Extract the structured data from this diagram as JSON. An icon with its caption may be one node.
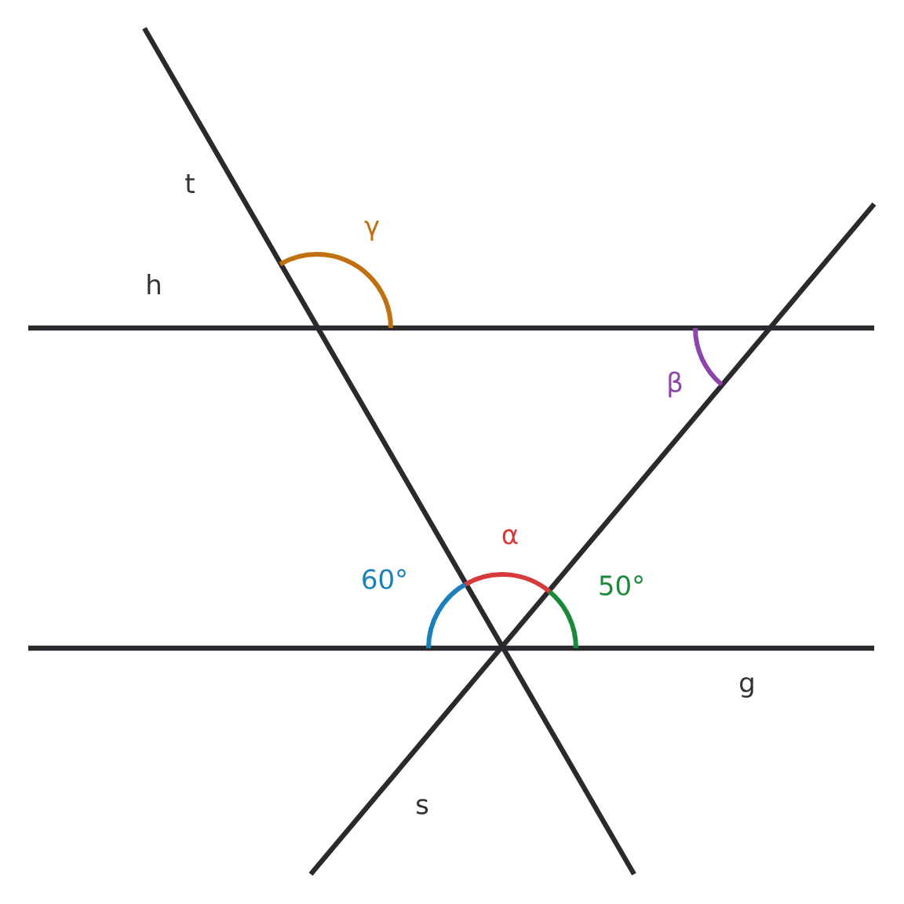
{
  "diagram": {
    "labels": [
      "t",
      "γ",
      "h",
      "β",
      "α",
      "60°",
      "50°",
      "g",
      "s"
    ]
  }
}
